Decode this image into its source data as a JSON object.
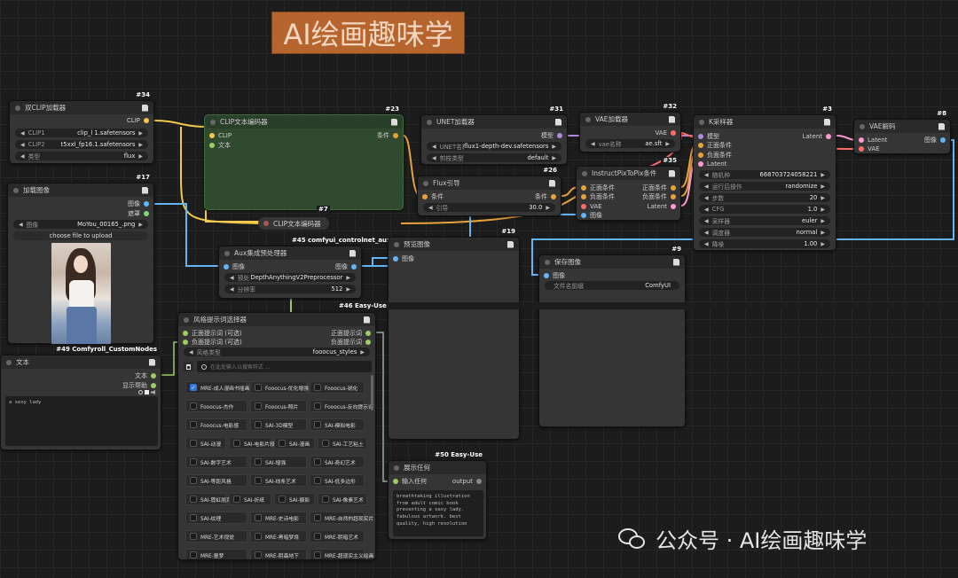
{
  "banner": "AI绘画趣味学",
  "watermark": "公众号 · AI绘画趣味学",
  "nodes": {
    "dualclip": {
      "id": "#34",
      "title": "双CLIP加载器",
      "out": "CLIP",
      "widgets": [
        {
          "label": "CLIP1",
          "value": "clip_l 1.safetensors"
        },
        {
          "label": "CLIP2",
          "value": "t5xxl_fp16.1.safetensors"
        },
        {
          "label": "类型",
          "value": "flux"
        }
      ]
    },
    "clipenc": {
      "id": "#23",
      "title": "CLIP文本编码器",
      "in1": "CLIP",
      "in2": "文本",
      "out": "条件"
    },
    "clipenc2": {
      "id": "#7",
      "title": "CLIP文本编码器"
    },
    "unet": {
      "id": "#31",
      "title": "UNET加载器",
      "out": "模型",
      "widgets": [
        {
          "label": "UNET名称",
          "value": "flux1-depth-dev.safetensors"
        },
        {
          "label": "剪枝类型",
          "value": "default"
        }
      ]
    },
    "vae": {
      "id": "#32",
      "title": "VAE加载器",
      "out": "VAE",
      "widgets": [
        {
          "label": "vae名称",
          "value": "ae.sft"
        }
      ]
    },
    "fluxguide": {
      "id": "#26",
      "title": "Flux引导",
      "in1": "条件",
      "out": "条件",
      "widgets": [
        {
          "label": "引导",
          "value": "30.0"
        }
      ]
    },
    "ip2p": {
      "id": "#35",
      "title": "InstructPixToPix条件",
      "ins": [
        "正面条件",
        "负面条件",
        "VAE",
        "图像"
      ],
      "outs": [
        "正面条件",
        "负面条件",
        "Latent"
      ]
    },
    "ksampler": {
      "id": "#3",
      "title": "K采样器",
      "ins": [
        "模型",
        "正面条件",
        "负面条件",
        "Latent"
      ],
      "out": "Latent",
      "widgets": [
        {
          "label": "随机种",
          "value": "668703724058221"
        },
        {
          "label": "运行后操作",
          "value": "randomize"
        },
        {
          "label": "步数",
          "value": "20"
        },
        {
          "label": "CFG",
          "value": "1.0"
        },
        {
          "label": "采样器",
          "value": "euler"
        },
        {
          "label": "调度器",
          "value": "normal"
        },
        {
          "label": "降噪",
          "value": "1.00"
        }
      ]
    },
    "vaedecode": {
      "id": "#8",
      "title": "VAE解码",
      "ins": [
        "Latent",
        "VAE"
      ],
      "out": "图像"
    },
    "loadimg": {
      "id": "#17",
      "title": "加载图像",
      "outs": [
        "图像",
        "遮罩"
      ],
      "widgets": [
        {
          "label": "图像",
          "value": "MoYou_00165_.png"
        }
      ],
      "upload": "choose file to upload"
    },
    "aux": {
      "id": "#45 comfyui_controlnet_aux",
      "title": "Aux集成预处理器",
      "in": "图像",
      "out": "图像",
      "widgets": [
        {
          "label": "预处理器",
          "value": "DepthAnythingV2Preprocessor"
        },
        {
          "label": "分辨率",
          "value": "512"
        }
      ]
    },
    "preview": {
      "id": "#19",
      "title": "预览图像",
      "in": "图像"
    },
    "save": {
      "id": "#9",
      "title": "保存图像",
      "in": "图像",
      "widgets": [
        {
          "label": "文件名前缀",
          "value": "ComfyUI"
        }
      ]
    },
    "text": {
      "id": "#49 Comfyroll_CustomNodes",
      "title": "文本",
      "outs": [
        "文本",
        "显示帮助"
      ],
      "content": "a sexy lady"
    },
    "style": {
      "id": "#46 Easy-Use",
      "title": "风格提示词选择器",
      "ins": [
        "正面提示词 (可选)",
        "负面提示词 (可选)"
      ],
      "outs": [
        "正面提示词",
        "负面提示词"
      ],
      "widgets": [
        {
          "label": "风格类型",
          "value": "fooocus_styles"
        }
      ],
      "search_placeholder": "在此处输入以搜索样式 ...",
      "tags": [
        [
          "MRE-成人漫画书插画",
          "Fooocus-优化增强",
          "Fooocus-锐化"
        ],
        [
          "Fooocus-杰作",
          "Fooocus-照片",
          "Fooocus-反向提示词"
        ],
        [
          "Fooocus-电影感",
          "SAI-3D模型",
          "SAI-模拟电影"
        ],
        [
          "SAI-动漫",
          "SAI-电影片段",
          "SAI-漫画",
          "SAI-工艺粘土"
        ],
        [
          "SAI-数字艺术",
          "SAI-增强",
          "SAI-奇幻艺术"
        ],
        [
          "SAI-等距风格",
          "SAI-线条艺术",
          "SAI-低多边形"
        ],
        [
          "SAI-霓虹朋克",
          "SAI-折纸",
          "SAI-摄影",
          "SAI-像素艺术"
        ],
        [
          "SAI-纹理",
          "MRE-史诗电影",
          "MRE-自然的超现实片"
        ],
        [
          "MRE-艺术视觉",
          "MRE-黑暗梦境",
          "MRE-阴暗艺术"
        ],
        [
          "MRE-噩梦",
          "MRE-阴森地下",
          "MRE-超现实主义绘画"
        ]
      ]
    },
    "showany": {
      "id": "#50 Easy-Use",
      "title": "展示任何",
      "in": "输入任何",
      "out": "output",
      "content": "breathtaking illustration from adult comic book presenting a sexy lady. fabulous artwork. best quality, high resolution"
    }
  },
  "colors": {
    "clip": "#f2c94c",
    "cond": "#e8a23c",
    "model": "#b38cd9",
    "vae": "#ff6b6b",
    "latent": "#ff9bd2",
    "image": "#64b5f6",
    "mask": "#7fd67f",
    "string": "#9ccc65"
  },
  "icons": [
    "doc-icon",
    "search-icon",
    "trash-icon",
    "checkbox-icon",
    "wechat-icon"
  ]
}
